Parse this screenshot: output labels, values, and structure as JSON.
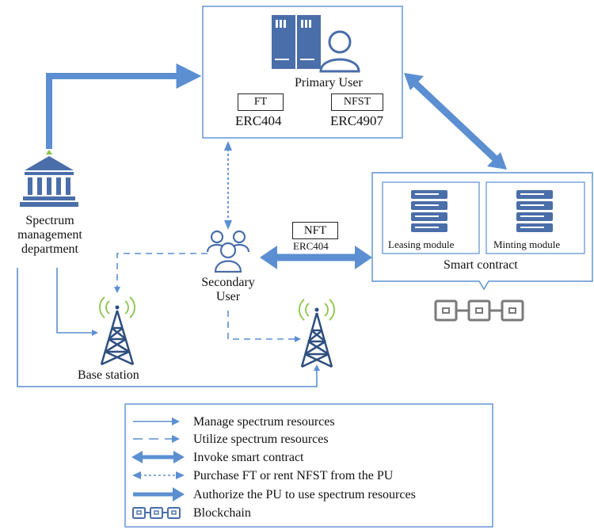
{
  "primary_user": {
    "label": "Primary User",
    "token_left": {
      "box": "FT",
      "standard": "ERC404"
    },
    "token_right": {
      "box": "NFST",
      "standard": "ERC4907"
    }
  },
  "spectrum_dept": {
    "line1": "Spectrum",
    "line2": "management",
    "line3": "department"
  },
  "secondary_user": {
    "line1": "Secondary",
    "line2": "User"
  },
  "nft": {
    "box": "NFT",
    "standard": "ERC404"
  },
  "smart_contract": {
    "label": "Smart contract",
    "leasing": "Leasing module",
    "minting": "Minting module"
  },
  "base_station": {
    "label": "Base station"
  },
  "legend": {
    "items": [
      {
        "label": "Manage spectrum resources",
        "icon": "solid-thin-arrow"
      },
      {
        "label": "Utilize spectrum resources",
        "icon": "dashed-arrow"
      },
      {
        "label": "Invoke smart contract",
        "icon": "double-arrow"
      },
      {
        "label": "Purchase FT or rent NFST from the PU",
        "icon": "dotted-double-arrow"
      },
      {
        "label": "Authorize the PU to use spectrum resources",
        "icon": "thick-arrow"
      },
      {
        "label": "Blockchain",
        "icon": "chain-icon"
      }
    ]
  },
  "colors": {
    "blue": "#5b8fd1",
    "dark_blue": "#2f4f7f",
    "icon_blue": "#4a6ea9",
    "green": "#8ac54a",
    "gray": "#7a7a7a"
  }
}
